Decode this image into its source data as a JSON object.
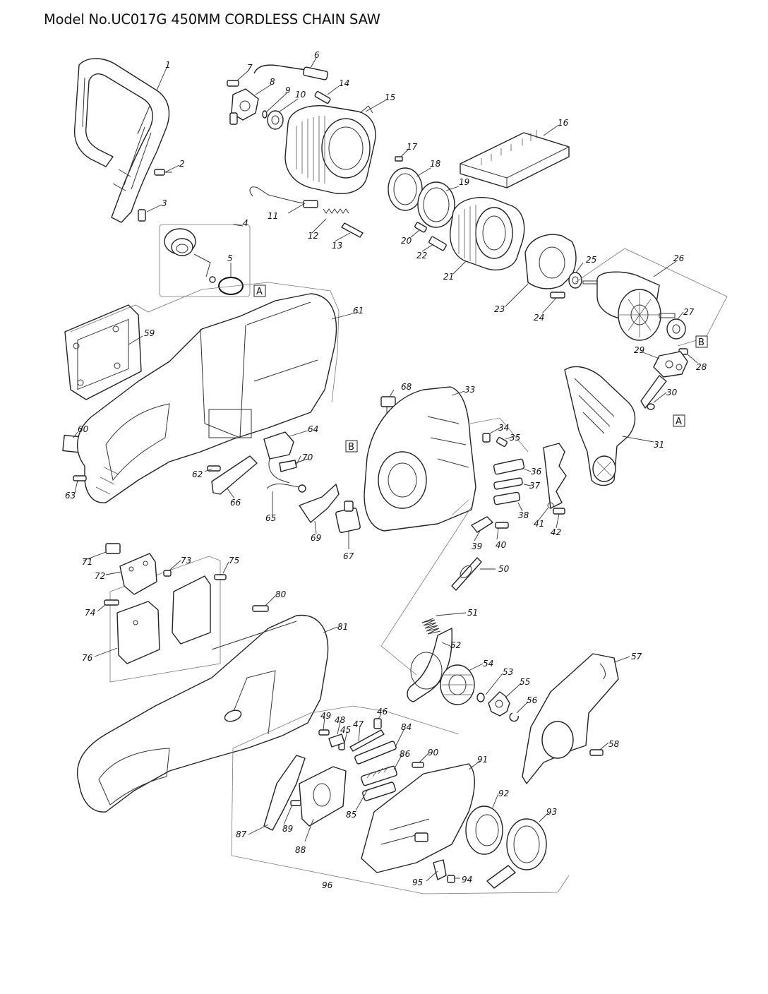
{
  "title": "Model No.UC017G 450MM CORDLESS CHAIN SAW",
  "callouts": [
    {
      "id": "1",
      "text": "1"
    },
    {
      "id": "2",
      "text": "2"
    },
    {
      "id": "3",
      "text": "3"
    },
    {
      "id": "4",
      "text": "4"
    },
    {
      "id": "5",
      "text": "5"
    },
    {
      "id": "6",
      "text": "6"
    },
    {
      "id": "7",
      "text": "7"
    },
    {
      "id": "8",
      "text": "8"
    },
    {
      "id": "9",
      "text": "9"
    },
    {
      "id": "10",
      "text": "10"
    },
    {
      "id": "11",
      "text": "11"
    },
    {
      "id": "12",
      "text": "12"
    },
    {
      "id": "13",
      "text": "13"
    },
    {
      "id": "14",
      "text": "14"
    },
    {
      "id": "15",
      "text": "15"
    },
    {
      "id": "16",
      "text": "16"
    },
    {
      "id": "17",
      "text": "17"
    },
    {
      "id": "18",
      "text": "18"
    },
    {
      "id": "19",
      "text": "19"
    },
    {
      "id": "20",
      "text": "20"
    },
    {
      "id": "21",
      "text": "21"
    },
    {
      "id": "22",
      "text": "22"
    },
    {
      "id": "23",
      "text": "23"
    },
    {
      "id": "24",
      "text": "24"
    },
    {
      "id": "25",
      "text": "25"
    },
    {
      "id": "26",
      "text": "26"
    },
    {
      "id": "27",
      "text": "27"
    },
    {
      "id": "28",
      "text": "28"
    },
    {
      "id": "29",
      "text": "29"
    },
    {
      "id": "30",
      "text": "30"
    },
    {
      "id": "31",
      "text": "31"
    },
    {
      "id": "33",
      "text": "33"
    },
    {
      "id": "34",
      "text": "34"
    },
    {
      "id": "35",
      "text": "35"
    },
    {
      "id": "36",
      "text": "36"
    },
    {
      "id": "37",
      "text": "37"
    },
    {
      "id": "38",
      "text": "38"
    },
    {
      "id": "39",
      "text": "39"
    },
    {
      "id": "40",
      "text": "40"
    },
    {
      "id": "41",
      "text": "41"
    },
    {
      "id": "42",
      "text": "42"
    },
    {
      "id": "45",
      "text": "45"
    },
    {
      "id": "46",
      "text": "46"
    },
    {
      "id": "47",
      "text": "47"
    },
    {
      "id": "48",
      "text": "48"
    },
    {
      "id": "49",
      "text": "49"
    },
    {
      "id": "50",
      "text": "50"
    },
    {
      "id": "51",
      "text": "51"
    },
    {
      "id": "52",
      "text": "52"
    },
    {
      "id": "53",
      "text": "53"
    },
    {
      "id": "54",
      "text": "54"
    },
    {
      "id": "55",
      "text": "55"
    },
    {
      "id": "56",
      "text": "56"
    },
    {
      "id": "57",
      "text": "57"
    },
    {
      "id": "58",
      "text": "58"
    },
    {
      "id": "59",
      "text": "59"
    },
    {
      "id": "60",
      "text": "60"
    },
    {
      "id": "61",
      "text": "61"
    },
    {
      "id": "62",
      "text": "62"
    },
    {
      "id": "63",
      "text": "63"
    },
    {
      "id": "64",
      "text": "64"
    },
    {
      "id": "65",
      "text": "65"
    },
    {
      "id": "66",
      "text": "66"
    },
    {
      "id": "67",
      "text": "67"
    },
    {
      "id": "68",
      "text": "68"
    },
    {
      "id": "69",
      "text": "69"
    },
    {
      "id": "70",
      "text": "70"
    },
    {
      "id": "71",
      "text": "71"
    },
    {
      "id": "72",
      "text": "72"
    },
    {
      "id": "73",
      "text": "73"
    },
    {
      "id": "74",
      "text": "74"
    },
    {
      "id": "75",
      "text": "75"
    },
    {
      "id": "76",
      "text": "76"
    },
    {
      "id": "80",
      "text": "80"
    },
    {
      "id": "81",
      "text": "81"
    },
    {
      "id": "84",
      "text": "84"
    },
    {
      "id": "85",
      "text": "85"
    },
    {
      "id": "86",
      "text": "86"
    },
    {
      "id": "87",
      "text": "87"
    },
    {
      "id": "88",
      "text": "88"
    },
    {
      "id": "89",
      "text": "89"
    },
    {
      "id": "90",
      "text": "90"
    },
    {
      "id": "91",
      "text": "91"
    },
    {
      "id": "92",
      "text": "92"
    },
    {
      "id": "93",
      "text": "93"
    },
    {
      "id": "94",
      "text": "94"
    },
    {
      "id": "95",
      "text": "95"
    },
    {
      "id": "96",
      "text": "96"
    }
  ],
  "reference_marks": [
    {
      "id": "A-top",
      "text": "A"
    },
    {
      "id": "A-right",
      "text": "A"
    },
    {
      "id": "B-left",
      "text": "B"
    },
    {
      "id": "B-right",
      "text": "B"
    }
  ]
}
